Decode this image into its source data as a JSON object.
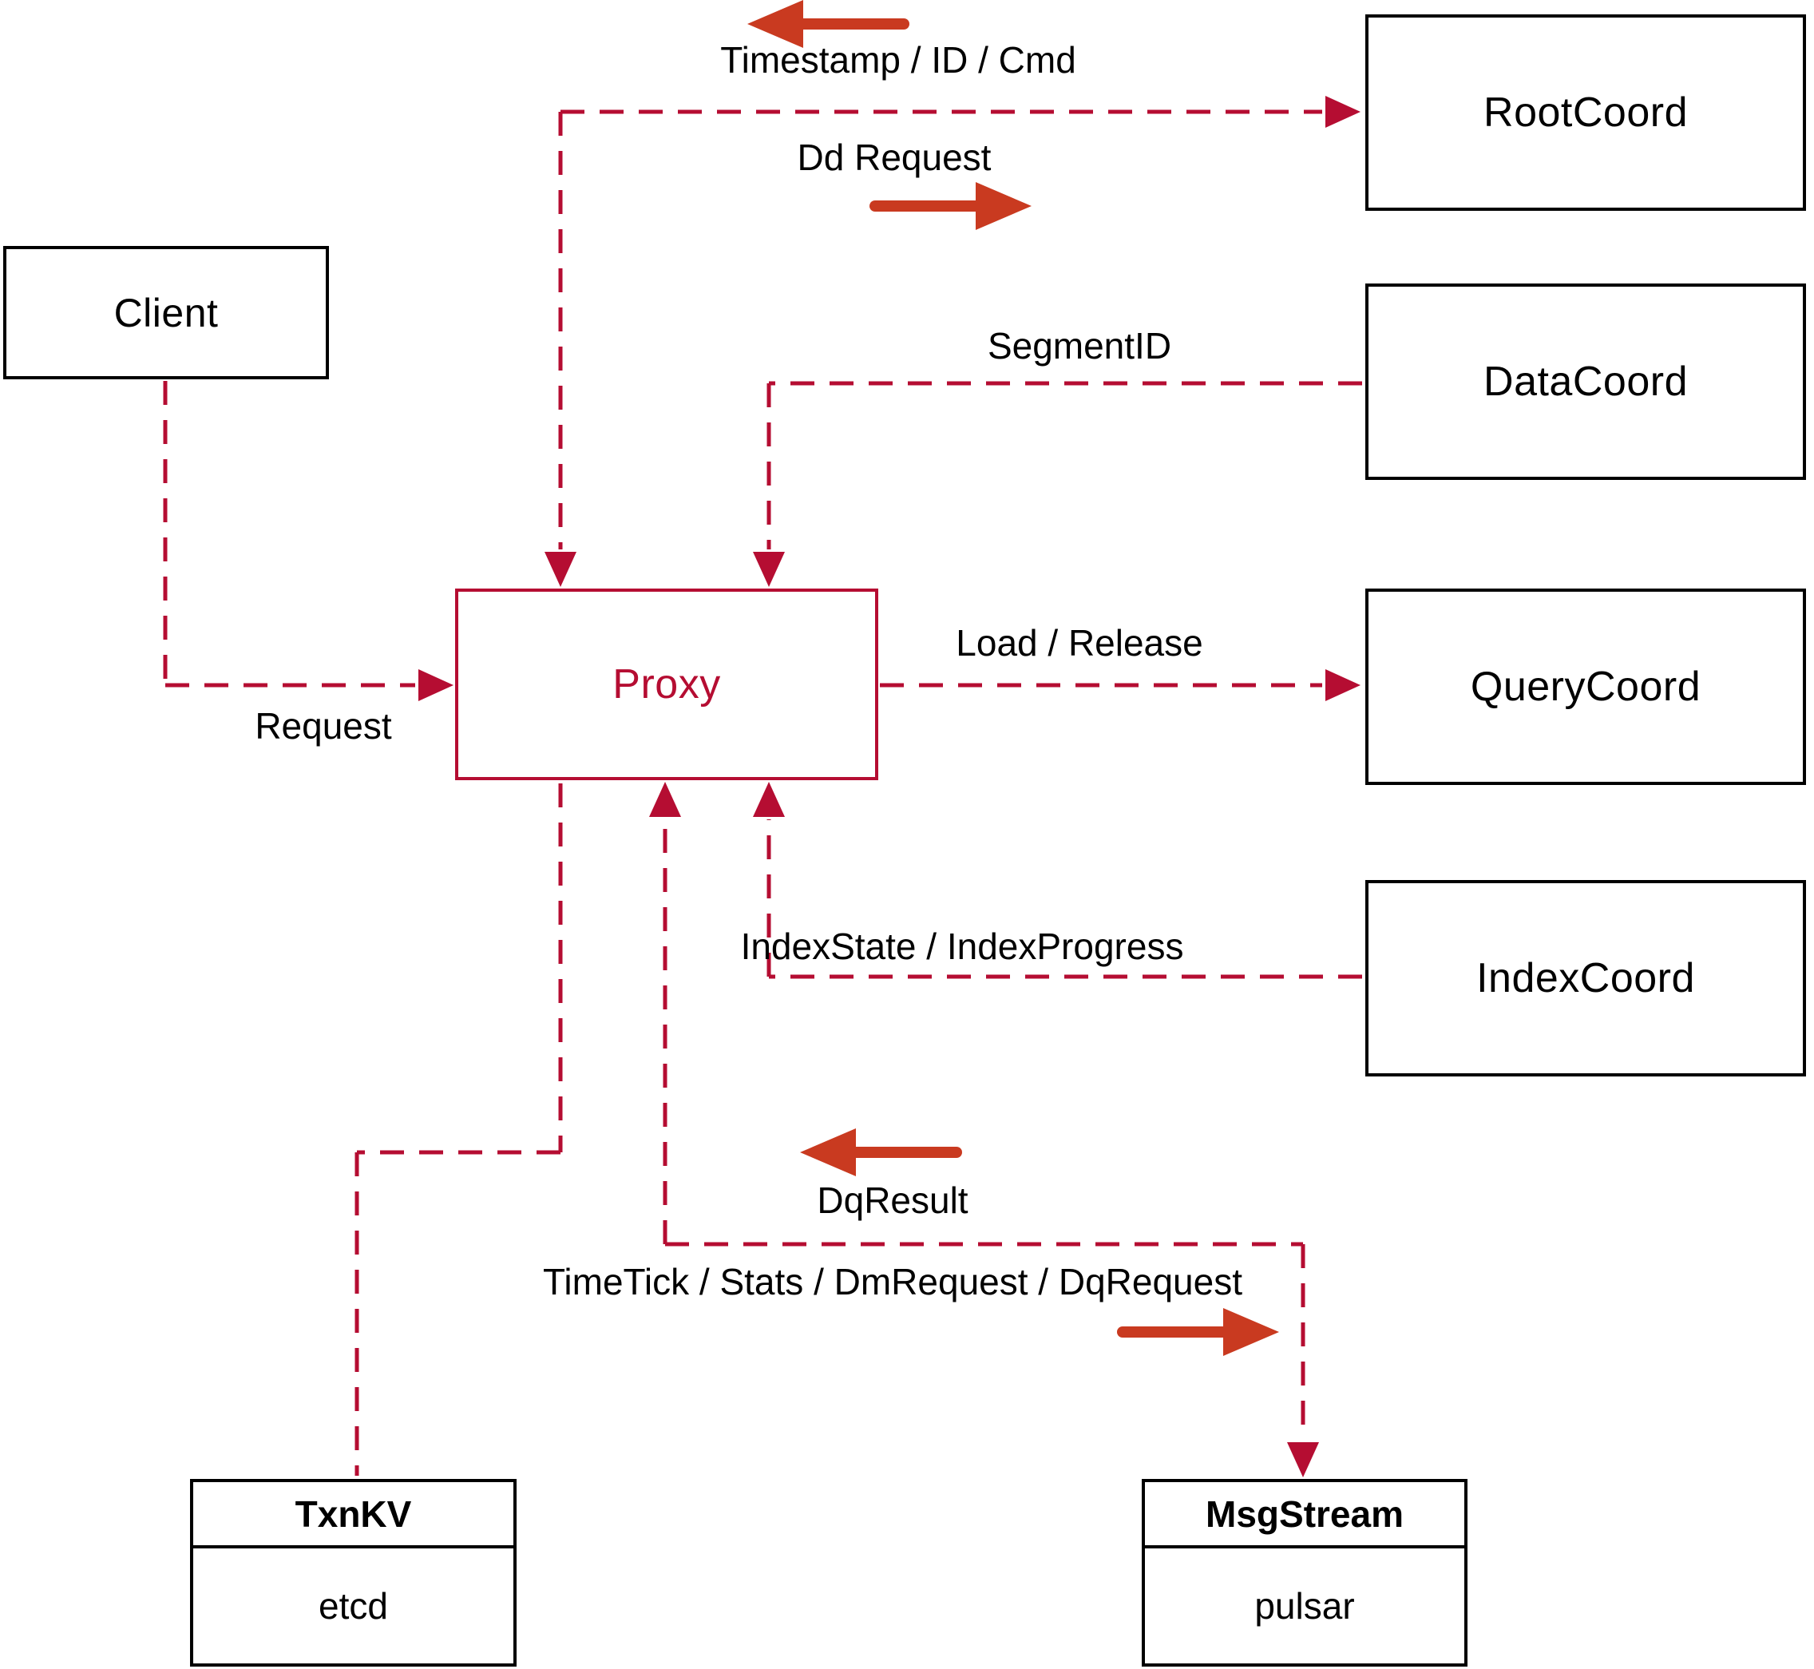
{
  "nodes": {
    "client": {
      "label": "Client"
    },
    "proxy": {
      "label": "Proxy"
    },
    "rootCoord": {
      "label": "RootCoord"
    },
    "dataCoord": {
      "label": "DataCoord"
    },
    "queryCoord": {
      "label": "QueryCoord"
    },
    "indexCoord": {
      "label": "IndexCoord"
    },
    "txnKV": {
      "title": "TxnKV",
      "impl": "etcd"
    },
    "msgStream": {
      "title": "MsgStream",
      "impl": "pulsar"
    }
  },
  "edgeLabels": {
    "clientToProxy": "Request",
    "proxyRootCmd": "Timestamp / ID / Cmd",
    "proxyRootDd": "Dd Request",
    "dataToProxy": "SegmentID",
    "proxyToQuery": "Load / Release",
    "indexToProxy": "IndexState / IndexProgress",
    "msgToProxy": "DqResult",
    "proxyToMsg": "TimeTick / Stats / DmRequest / DqRequest"
  },
  "colors": {
    "dashedLine": "#b50d32",
    "solidArrow": "#c93a20",
    "boxBorder": "#000000",
    "proxyAccent": "#b50d32",
    "labelText": "#000000",
    "background": "#ffffff"
  }
}
